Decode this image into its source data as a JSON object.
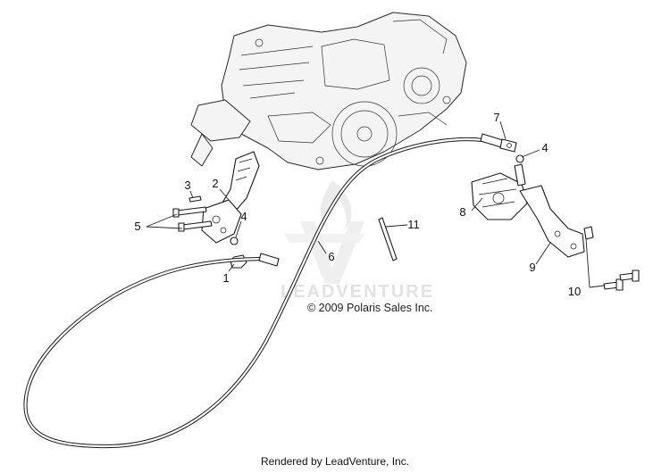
{
  "callouts": {
    "c1": "1",
    "c2": "2",
    "c3": "3",
    "c4a": "4",
    "c4b": "4",
    "c5": "5",
    "c6": "6",
    "c7": "7",
    "c8": "8",
    "c9": "9",
    "c10": "10",
    "c11": "11"
  },
  "copyright": "© 2009 Polaris Sales Inc.",
  "watermark": "LEADVENTURE",
  "footer": "Rendered by LeadVenture, Inc."
}
